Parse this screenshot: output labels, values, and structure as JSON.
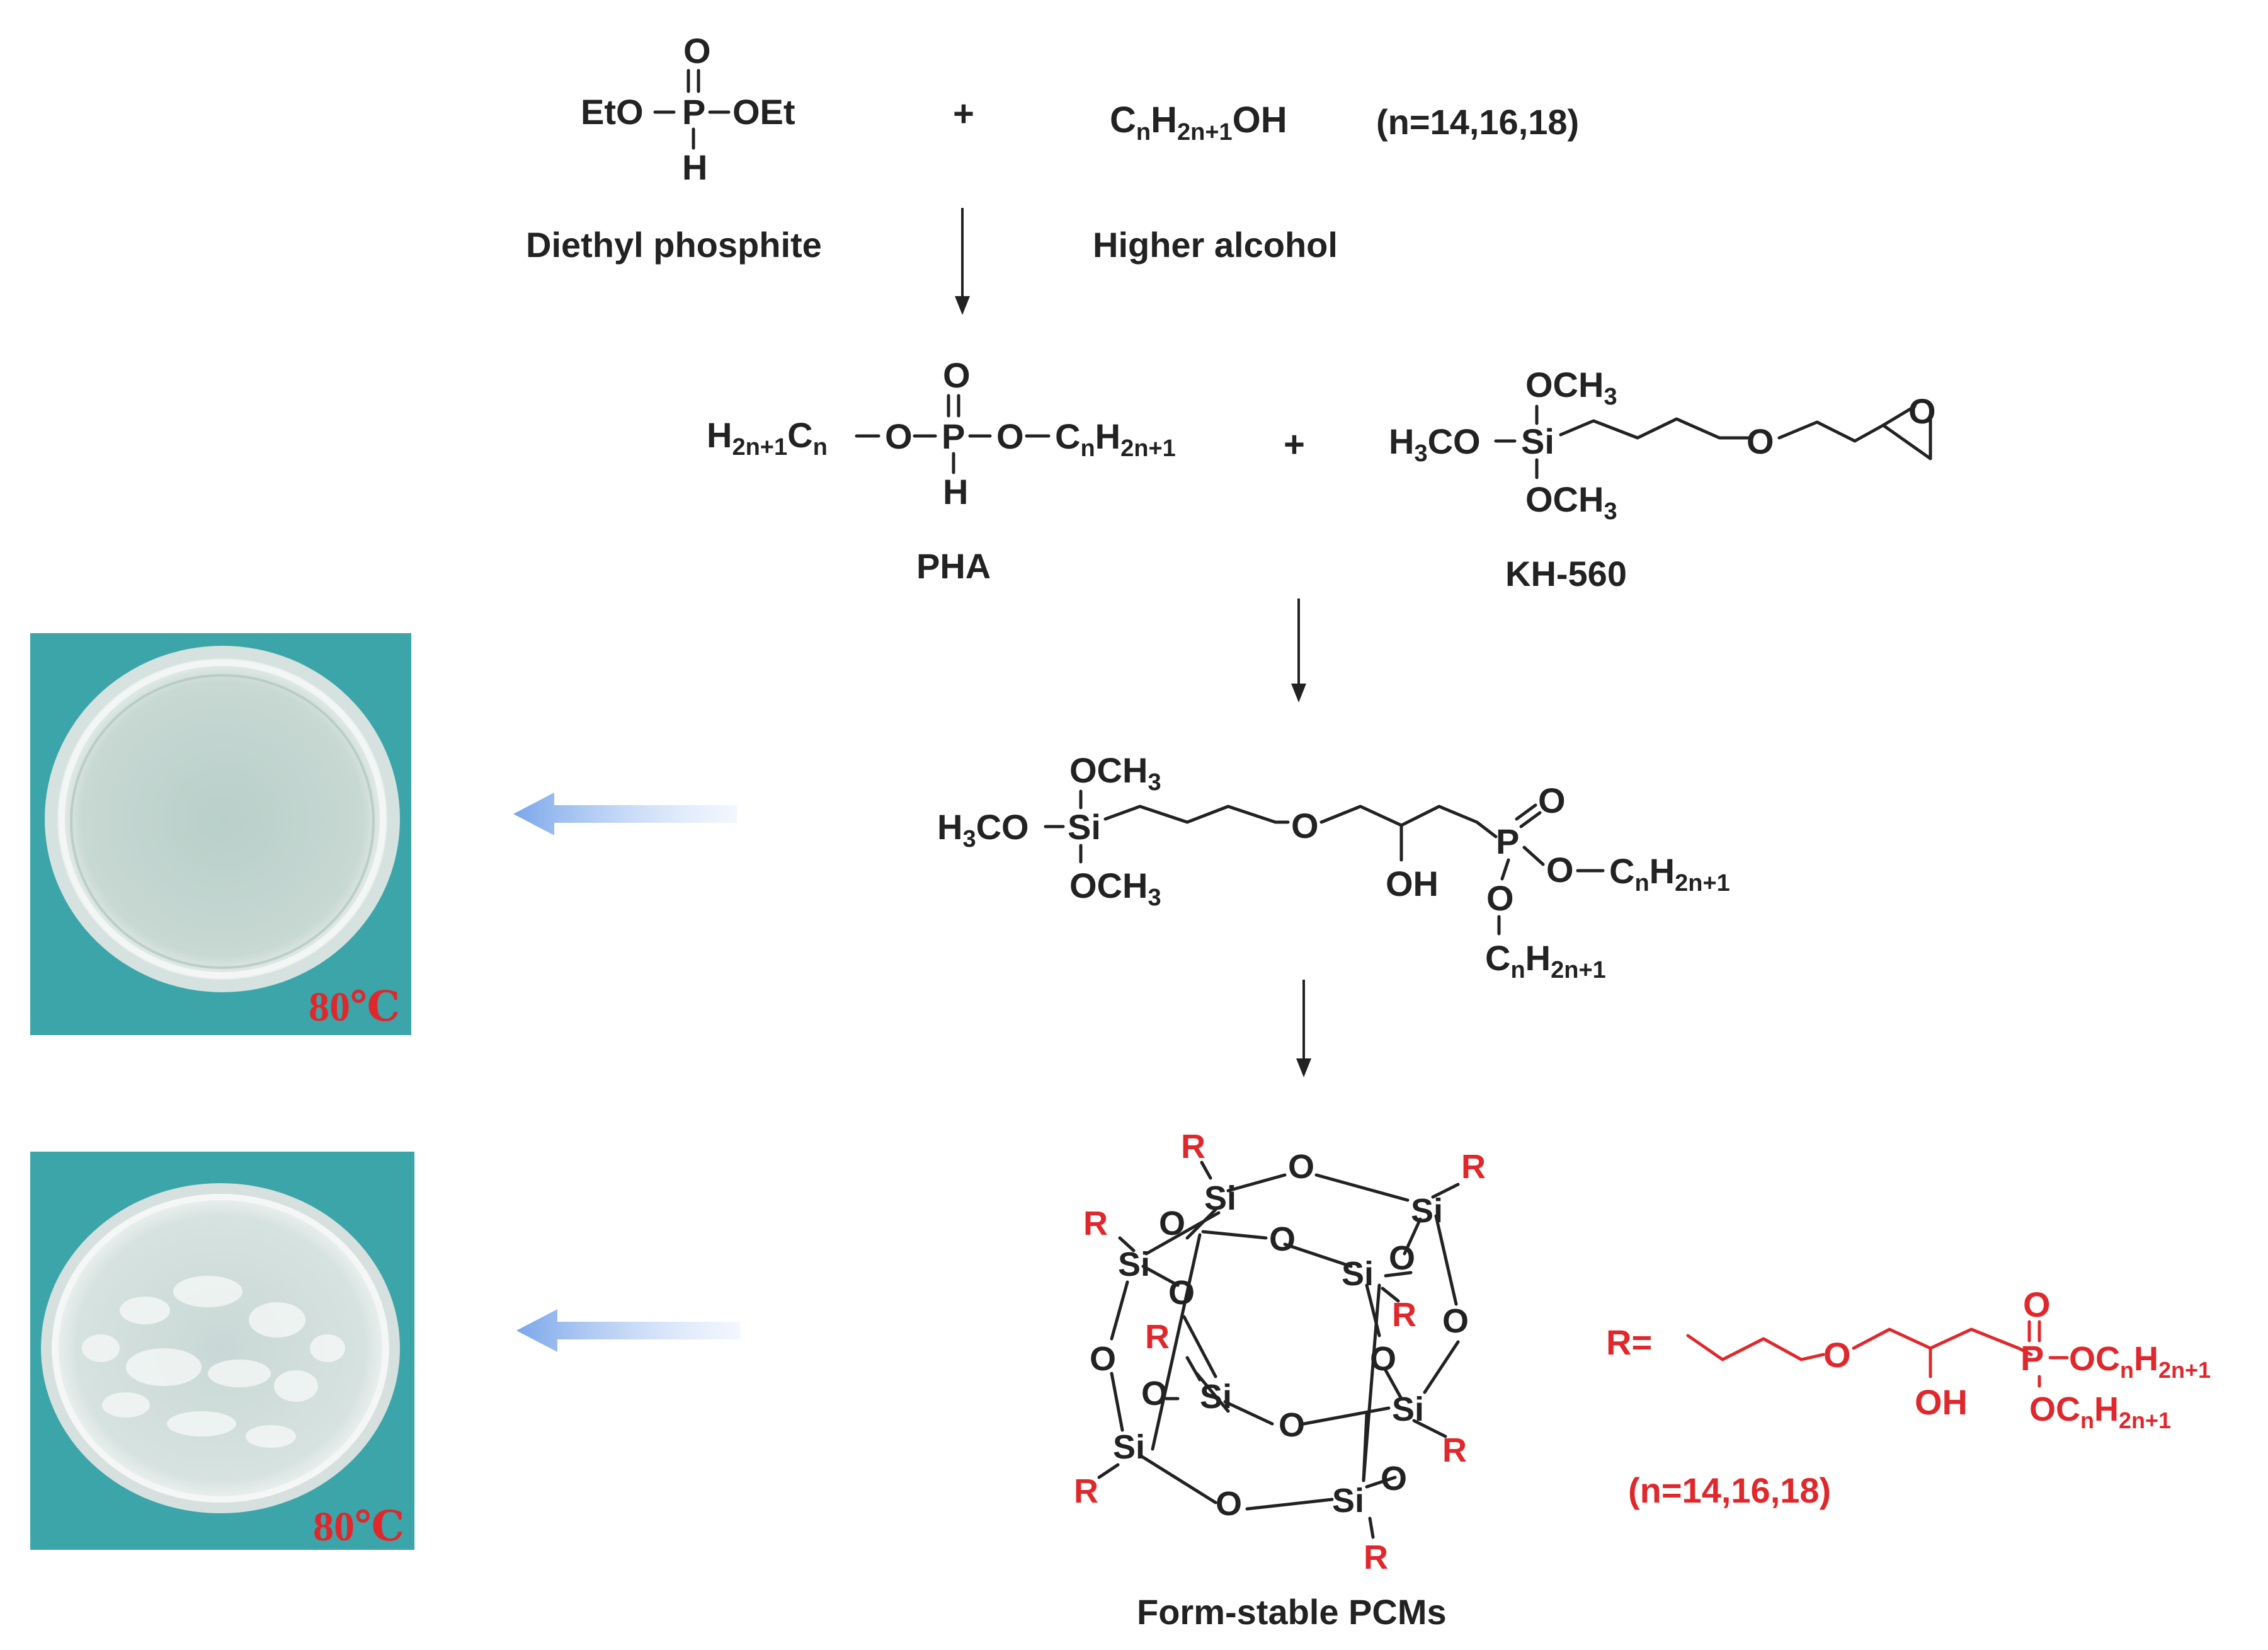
{
  "reactants": {
    "phosphite_atoms": {
      "o": "O",
      "eto_left": "EtO",
      "p": "P",
      "oet_right": "OEt",
      "h": "H"
    },
    "phosphite_name": "Diethyl phosphite",
    "plus1": "+",
    "alcohol_formula": {
      "c": "C",
      "n1": "n",
      "h": "H",
      "n2": "2n+1",
      "oh": "OH"
    },
    "alcohol_name": "Higher alcohol",
    "n_condition": "(n=14,16,18)"
  },
  "intermediates": {
    "pha": {
      "left": {
        "h": "H",
        "sub": "2n+1",
        "c": "C",
        "n": "n"
      },
      "o1": "O",
      "p": "P",
      "o2": "O",
      "o_top": "O",
      "h": "H",
      "right": {
        "c": "C",
        "n": "n",
        "h": "H",
        "sub": "2n+1"
      },
      "name": "PHA"
    },
    "plus2": "+",
    "kh560": {
      "och3_top": {
        "o": "OCH",
        "sub": "3"
      },
      "h3co": {
        "h": "H",
        "sub": "3",
        "co": "CO"
      },
      "si": "Si",
      "och3_bottom": {
        "o": "OCH",
        "sub": "3"
      },
      "ether_o": "O",
      "epoxide_o": "O",
      "name": "KH-560"
    }
  },
  "adduct": {
    "och3_top": {
      "o": "OCH",
      "sub": "3"
    },
    "h3co": {
      "h": "H",
      "sub": "3",
      "co": "CO"
    },
    "si": "Si",
    "och3_bottom": {
      "o": "OCH",
      "sub": "3"
    },
    "ether_o": "O",
    "oh": "OH",
    "p": "P",
    "p_o": "O",
    "o_right": "O",
    "o_down": "O",
    "right_chain": {
      "c": "C",
      "n": "n",
      "h": "H",
      "sub": "2n+1"
    },
    "down_chain": {
      "c": "C",
      "n": "n",
      "h": "H",
      "sub": "2n+1"
    }
  },
  "product": {
    "si": "Si",
    "o": "O",
    "r": "R",
    "name": "Form-stable PCMs",
    "r_def_label": "R=",
    "r_def": {
      "o": "O",
      "oh": "OH",
      "p": "P",
      "p_o": "O",
      "oc1": {
        "oc": "OC",
        "n": "n",
        "h": "H",
        "sub": "2n+1"
      },
      "oc2": {
        "oc": "OC",
        "n": "n",
        "h": "H",
        "sub": "2n+1"
      }
    },
    "n_condition": "(n=14,16,18)"
  },
  "photos": [
    {
      "temp_label": "80℃",
      "state": "liquid"
    },
    {
      "temp_label": "80℃",
      "state": "solid"
    }
  ],
  "colors": {
    "red": "#e0282c",
    "black": "#222222",
    "photo_bg": "#3fa9ad",
    "arrow_blue": "#7aa6ea"
  }
}
